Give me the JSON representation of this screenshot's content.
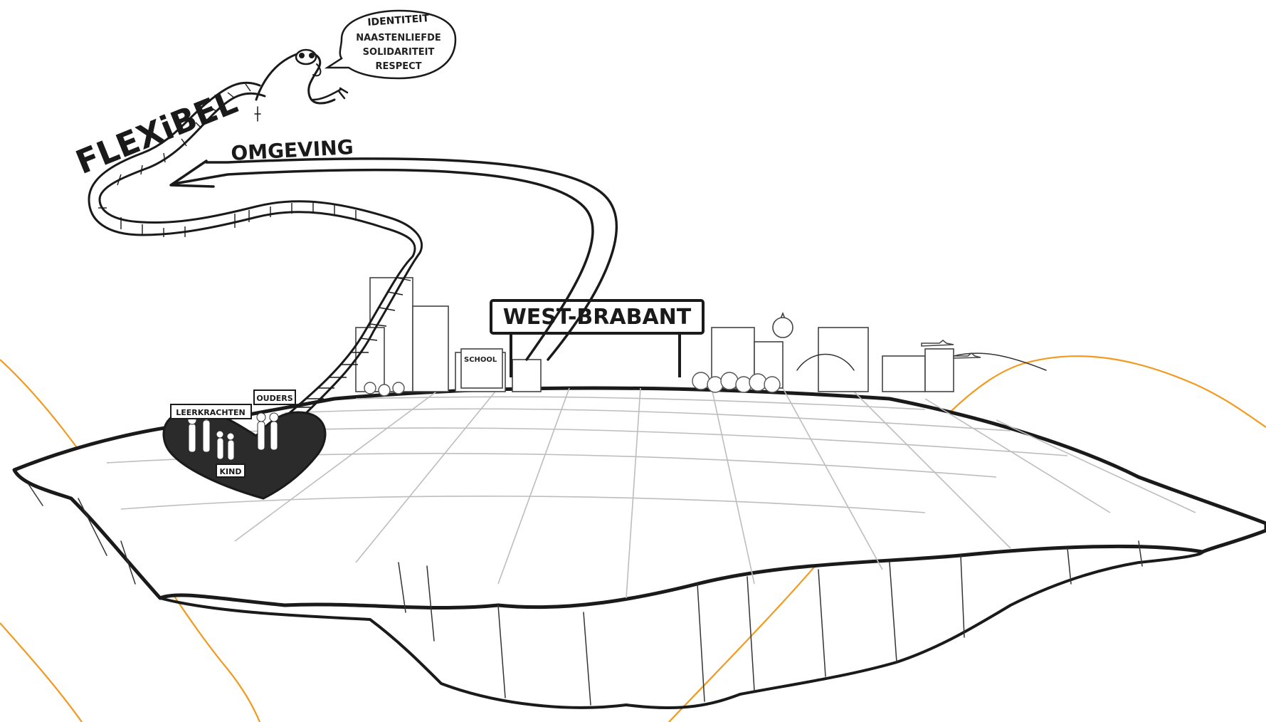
{
  "labels": {
    "flexibel": "FLEXiBEL",
    "omgeving": "OMGEVING",
    "region_sign": "WEST-BRABANT",
    "identiteit": "IDENTITEIT",
    "values": [
      "NAASTENLIEFDE",
      "SOLIDARITEIT",
      "RESPECT"
    ],
    "leerkrachten": "LEERKRACHTEN",
    "ouders": "OUDERS",
    "kind": "KIND",
    "school": "SCHOOL"
  },
  "colors": {
    "ink": "#1a1a1a",
    "accent_orange": "#f29a1f",
    "grid": "#bdbdbd",
    "heart": "#2b2b2b"
  }
}
